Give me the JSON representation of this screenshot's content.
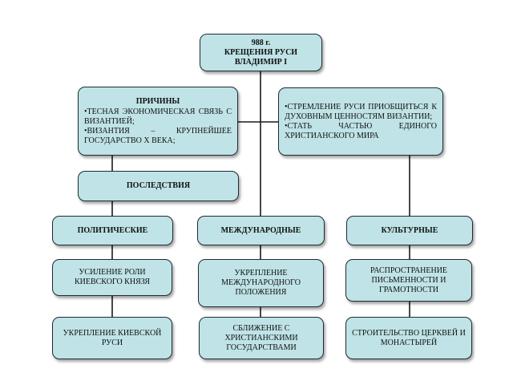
{
  "diagram": {
    "top": {
      "line1": "988 г.",
      "line2": "КРЕЩЕНИЯ РУСИ",
      "line3": "ВЛАДИМИР I"
    },
    "reasons": {
      "title": "ПРИЧИНЫ",
      "items": [
        "•ТЕСНАЯ ЭКОНОМИЧЕСКАЯ СВЯЗЬ С ВИЗАНТИЕЙ;",
        "•ВИЗАНТИЯ – КРУПНЕЙШЕЕ ГОСУДАРСТВО Х ВЕКА;"
      ]
    },
    "aspirations": {
      "items": [
        "•СТРЕМЛЕНИЕ РУСИ ПРИОБЩИТЬСЯ К ДУХОВНЫМ ЦЕННОСТЯМ ВИЗАНТИИ;",
        "•СТАТЬ ЧАСТЬЮ ЕДИНОГО ХРИСТИАНСКОГО МИРА"
      ]
    },
    "consequences": "ПОСЛЕДСТВИЯ",
    "categories": {
      "political": "ПОЛИТИЧЕСКИЕ",
      "international": "МЕЖДУНАРОДНЫЕ",
      "cultural": "КУЛЬТУРНЫЕ"
    },
    "political_items": [
      "УСИЛЕНИЕ РОЛИ КИЕВСКОГО КНЯЗЯ",
      "УКРЕПЛЕНИЕ КИЕВСКОЙ РУСИ"
    ],
    "international_items": [
      "УКРЕПЛЕНИЕ МЕЖДУНАРОДНОГО ПОЛОЖЕНИЯ",
      "СБЛИЖЕНИЕ С ХРИСТИАНСКИМИ ГОСУДАРСТВАМИ"
    ],
    "cultural_items": [
      "РАСПРОСТРАНЕНИЕ ПИСЬМЕННОСТИ И ГРАМОТНОСТИ",
      "СТРОИТЕЛЬСТВО ЦЕРКВЕЙ И МОНАСТЫРЕЙ"
    ]
  },
  "colors": {
    "box_fill": "#bfe3e6",
    "box_border": "#1f2b33",
    "connector": "#1a1a1a"
  }
}
